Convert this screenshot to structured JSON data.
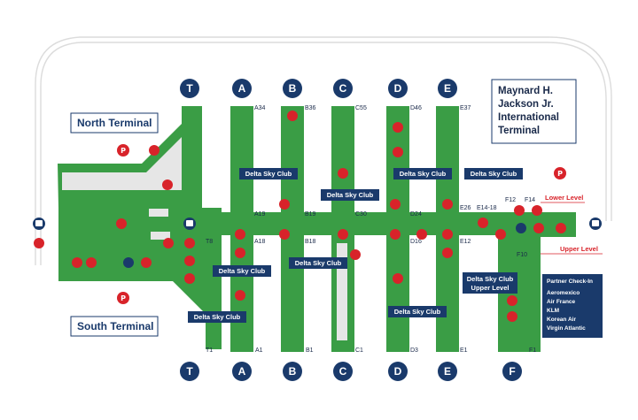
{
  "title": [
    "Maynard H.",
    "Jackson Jr.",
    "International",
    "Terminal"
  ],
  "north_terminal": "North Terminal",
  "south_terminal": "South Terminal",
  "concourses": [
    "T",
    "A",
    "B",
    "C",
    "D",
    "E",
    "F"
  ],
  "gates_top": [
    "A34",
    "B36",
    "C55",
    "D46",
    "E37"
  ],
  "gates_bottom": [
    "T1",
    "A1",
    "B1",
    "C1",
    "D3",
    "E1",
    "F1"
  ],
  "gates_mid": [
    "T8",
    "A19",
    "A18",
    "B19",
    "B18",
    "C30",
    "D24",
    "D16",
    "E26",
    "E14-18",
    "E12",
    "F12",
    "F14",
    "F10"
  ],
  "sky_club": "Delta Sky Club",
  "sky_club_upper": [
    "Delta Sky Club",
    "Upper Level"
  ],
  "lower_level": "Lower Level",
  "upper_level": "Upper Level",
  "parking": "P",
  "partner_checkin": {
    "heading": "Partner Check-In",
    "airlines": [
      "Aeromexico",
      "Air France",
      "KLM",
      "Korean Air",
      "Virgin Atlantic"
    ]
  },
  "colors": {
    "concourse_green": "#3a9d45",
    "navy": "#1a3a6b",
    "red": "#d8232a"
  },
  "icons": [
    "parking-icon",
    "pet-relief-icon",
    "restroom-icon",
    "info-icon",
    "restaurant-icon",
    "shuttle-bus-icon",
    "nursing-room-icon",
    "medical-icon"
  ]
}
